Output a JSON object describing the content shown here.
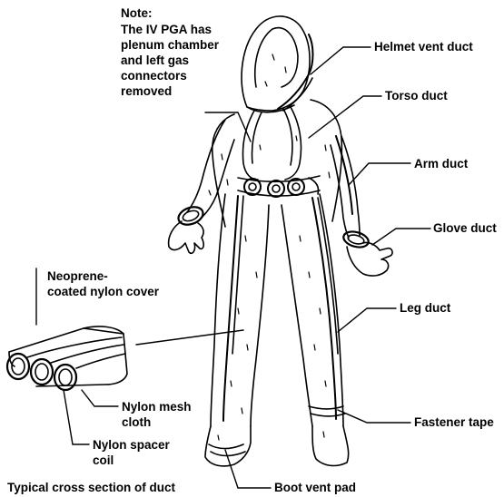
{
  "note": {
    "title": "Note:",
    "body": "The IV PGA has\nplenum chamber\nand left gas\nconnectors\nremoved"
  },
  "labels": {
    "helmet_vent_duct": "Helmet vent duct",
    "torso_duct": "Torso duct",
    "arm_duct": "Arm duct",
    "glove_duct": "Glove duct",
    "leg_duct": "Leg duct",
    "fastener_tape": "Fastener tape",
    "boot_vent_pad": "Boot vent pad",
    "neoprene_cover": "Neoprene-\ncoated nylon cover",
    "nylon_mesh_cloth": "Nylon mesh\ncloth",
    "nylon_spacer_coil": "Nylon spacer\ncoil",
    "cross_section_caption": "Typical cross section of duct"
  },
  "colors": {
    "ink": "#000000",
    "paper": "#ffffff"
  }
}
